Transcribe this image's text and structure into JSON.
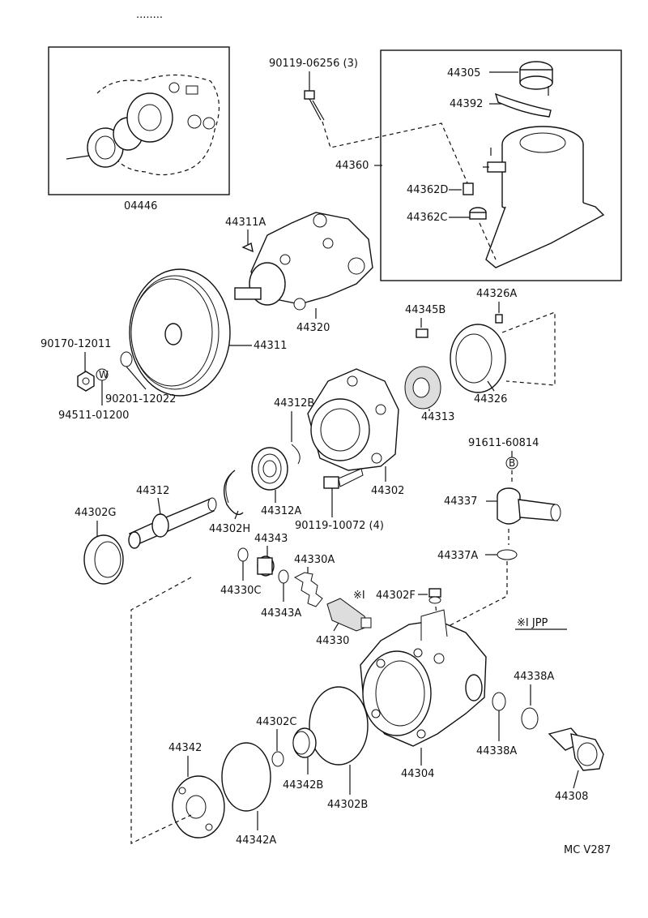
{
  "header_dots": "........",
  "parts": {
    "p04446": "04446",
    "p90119_06256": "90119-06256 (3)",
    "p44305": "44305",
    "p44392": "44392",
    "p44360": "44360",
    "p44362D": "44362D",
    "p44362C": "44362C",
    "p44311A": "44311A",
    "p44320": "44320",
    "p44326A": "44326A",
    "p44345B": "44345B",
    "p90170_12011": "90170-12011",
    "p44311": "44311",
    "p90201_12022": "90201-12022",
    "p94511_01200": "94511-01200",
    "p44326": "44326",
    "p44313": "44313",
    "p44312B": "44312B",
    "p91611_60814": "91611-60814",
    "p44312": "44312",
    "p44302G": "44302G",
    "p44312A": "44312A",
    "p44302": "44302",
    "p44337": "44337",
    "p44302H": "44302H",
    "p90119_10072": "90119-10072 (4)",
    "p44343": "44343",
    "p44337A": "44337A",
    "p44330A": "44330A",
    "p44330C": "44330C",
    "p44302F": "44302F",
    "p44343A": "44343A",
    "p44330": "44330",
    "p44338A_top": "44338A",
    "p44302C": "44302C",
    "p44342": "44342",
    "p44338A_bot": "44338A",
    "p44342B": "44342B",
    "p44304": "44304",
    "p44302B": "44302B",
    "p44308": "44308",
    "p44342A": "44342A"
  },
  "markers": {
    "asterisk_prefix": "※Ⅰ",
    "jpp_note": "※Ⅰ JPP",
    "bolt_mark": "B",
    "washer_mark": "W"
  },
  "footer_code": "MC  V287"
}
